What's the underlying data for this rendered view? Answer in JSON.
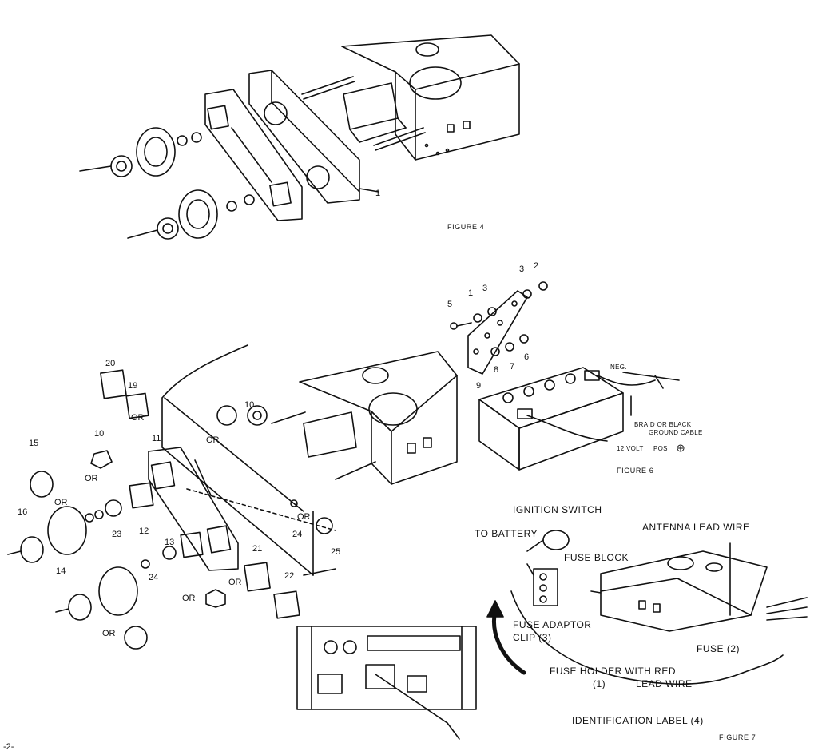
{
  "page_number": "-2-",
  "figures": {
    "fig4": "FIGURE 4",
    "fig6": "FIGURE 6",
    "fig7": "FIGURE 7"
  },
  "fig4_callouts": {
    "p1": "1"
  },
  "fig5_callouts": {
    "n20": "20",
    "n19": "19",
    "n15": "15",
    "n10a": "10",
    "n10b": "10",
    "n11": "11",
    "n16": "16",
    "n23": "23",
    "n12": "12",
    "n14": "14",
    "n13": "13",
    "n24a": "24",
    "n24b": "24",
    "n25": "25",
    "n21": "21",
    "n22": "22",
    "or1": "OR",
    "or2": "OR",
    "or3": "OR",
    "or4": "OR",
    "or5": "OR",
    "or6": "OR",
    "or7": "OR",
    "or8": "OR"
  },
  "fig6_callouts": {
    "n5": "5",
    "n1": "1",
    "n3a": "3",
    "n3b": "3",
    "n2": "2",
    "n9": "9",
    "n8": "8",
    "n7": "7",
    "n6": "6",
    "neg": "NEG.",
    "braid1": "BRAID OR BLACK",
    "braid2": "GROUND CABLE",
    "volt": "12 VOLT",
    "pos": "POS"
  },
  "fig7_callouts": {
    "ignition": "IGNITION SWITCH",
    "battery": "TO BATTERY",
    "antenna": "ANTENNA LEAD WIRE",
    "fuse_block": "FUSE BLOCK",
    "adaptor1": "FUSE ADAPTOR",
    "adaptor2": "CLIP (3)",
    "fuse2": "FUSE (2)",
    "holder1": "FUSE HOLDER WITH RED",
    "holder_n": "(1)",
    "holder2": "LEAD WIRE",
    "ident": "IDENTIFICATION LABEL (4)"
  }
}
